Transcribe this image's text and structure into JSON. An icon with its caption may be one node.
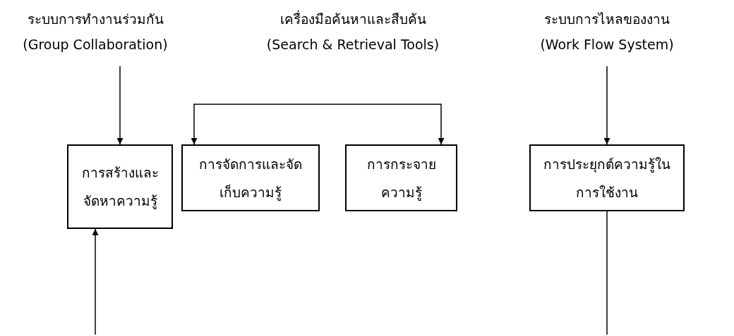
{
  "diagram": {
    "nodes": [
      {
        "text": [
          "ระบบการทำงานร่วมกัน",
          "(Group  Collaboration)"
        ]
      },
      {
        "text": [
          "เครื่องมือค้นหาและสืบค้น",
          "(Search & Retrieval Tools)"
        ]
      },
      {
        "text": [
          "ระบบการไหลของงาน",
          "(Work Flow System)"
        ]
      },
      {
        "text": [
          "การสร้างและจัดหาความรู้"
        ]
      },
      {
        "text": [
          "การจัดการและจัดเก็บความรู้"
        ]
      },
      {
        "text": [
          "การกระจายความรู้"
        ]
      },
      {
        "text": [
          "การประยุกต์ความรู้ในการใช้งาน"
        ]
      }
    ],
    "edges": [
      {
        "from": 0,
        "to": 3,
        "arrow": "to"
      },
      {
        "from": 4,
        "to": 5,
        "arrow": "both"
      },
      {
        "from": 2,
        "to": 6,
        "arrow": "to"
      },
      {
        "from": null,
        "to": 3,
        "arrow": "to"
      },
      {
        "from": 6,
        "to": null,
        "arrow": "none"
      }
    ]
  }
}
